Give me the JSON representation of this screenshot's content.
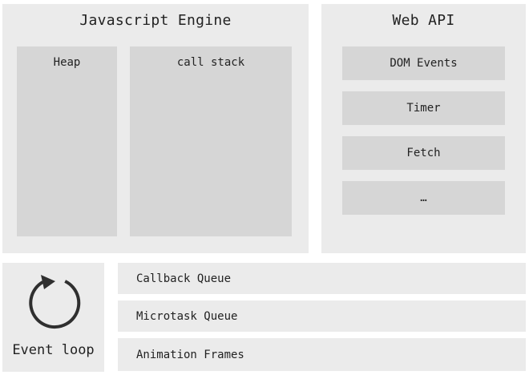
{
  "js_engine": {
    "title": "Javascript Engine",
    "heap_label": "Heap",
    "call_stack_label": "call stack"
  },
  "web_api": {
    "title": "Web API",
    "items": [
      "DOM Events",
      "Timer",
      "Fetch",
      "…"
    ]
  },
  "event_loop": {
    "label": "Event loop",
    "icon": "refresh-icon"
  },
  "queues": [
    "Callback Queue",
    "Microtask Queue",
    "Animation Frames"
  ]
}
